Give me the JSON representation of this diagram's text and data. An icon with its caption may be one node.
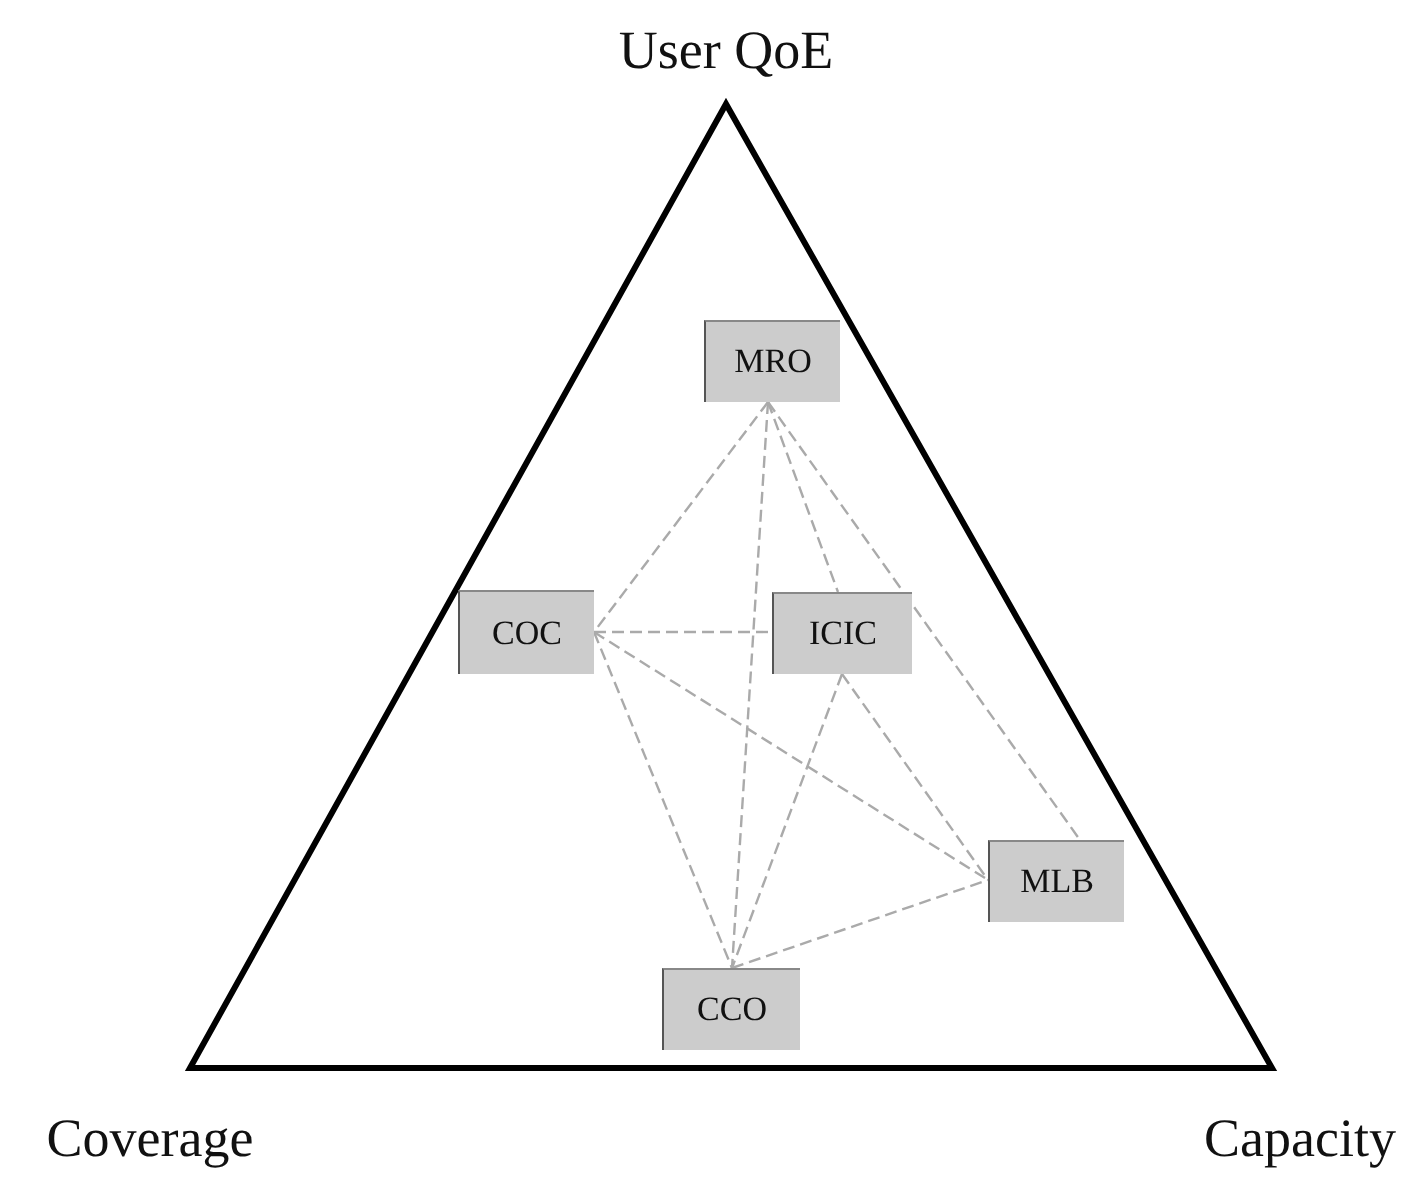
{
  "diagram": {
    "nodes": [
      {
        "text": [
          "MRO"
        ]
      },
      {
        "text": [
          "COC"
        ]
      },
      {
        "text": [
          "ICIC"
        ]
      },
      {
        "text": [
          "MLB"
        ]
      },
      {
        "text": [
          "CCO"
        ]
      }
    ],
    "edges": [
      {
        "from": 0,
        "to": 1,
        "arrow": "none",
        "style": "dashed"
      },
      {
        "from": 0,
        "to": 4,
        "arrow": "none",
        "style": "dashed"
      },
      {
        "from": 0,
        "to": 2,
        "arrow": "none",
        "style": "dashed"
      },
      {
        "from": 0,
        "to": 3,
        "arrow": "none",
        "style": "dashed"
      },
      {
        "from": 1,
        "to": 2,
        "arrow": "none",
        "style": "dashed"
      },
      {
        "from": 1,
        "to": 4,
        "arrow": "none",
        "style": "dashed"
      },
      {
        "from": 1,
        "to": 3,
        "arrow": "none",
        "style": "dashed"
      },
      {
        "from": 2,
        "to": 4,
        "arrow": "none",
        "style": "dashed"
      },
      {
        "from": 2,
        "to": 3,
        "arrow": "none",
        "style": "dashed"
      },
      {
        "from": 4,
        "to": 3,
        "arrow": "none",
        "style": "dashed"
      }
    ],
    "labels": [
      "User QoE",
      "Coverage",
      "Capacity"
    ]
  }
}
